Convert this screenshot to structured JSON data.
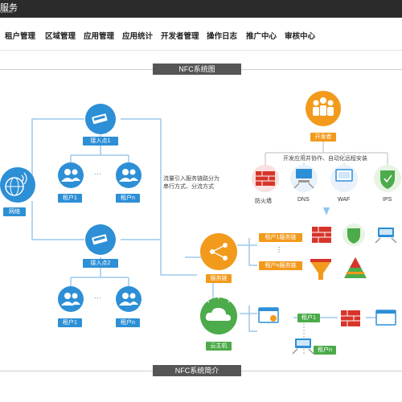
{
  "header": {
    "title_partial": "服务",
    "subtitle_partial": "Cloud"
  },
  "nav": {
    "items": [
      "租户管理",
      "区域管理",
      "应用管理",
      "应用统计",
      "开发者管理",
      "操作日志",
      "推广中心",
      "审核中心"
    ]
  },
  "sections": {
    "top_label": "NFC系统图",
    "bottom_label": "NFC系统简介"
  },
  "diagram": {
    "network": "网络",
    "access1": "接入点1",
    "access2": "接入点2",
    "tenant1": "租户1",
    "tenantn": "租户n",
    "dots": "···",
    "traffic_note_1": "流量引入服务链路分为",
    "traffic_note_2": "串行方式、分流方式",
    "developer": "开发者",
    "developer_note": "开发应用并协作、自动化远程安装",
    "firewall": "防火墙",
    "dns": "DNS",
    "waf": "WAF",
    "ips": "IPS",
    "service_chain": "服务链",
    "cloud_host": "云主机",
    "chain1": "租户1服务链",
    "chainn": "租户n服务链",
    "host_tenant1": "租户1",
    "host_tenantn": "租户n"
  },
  "colors": {
    "blue": "#2d8fd6",
    "green": "#4cab4a",
    "orange": "#f29a1c",
    "red": "#d7342a",
    "line": "#9dc9ec"
  }
}
